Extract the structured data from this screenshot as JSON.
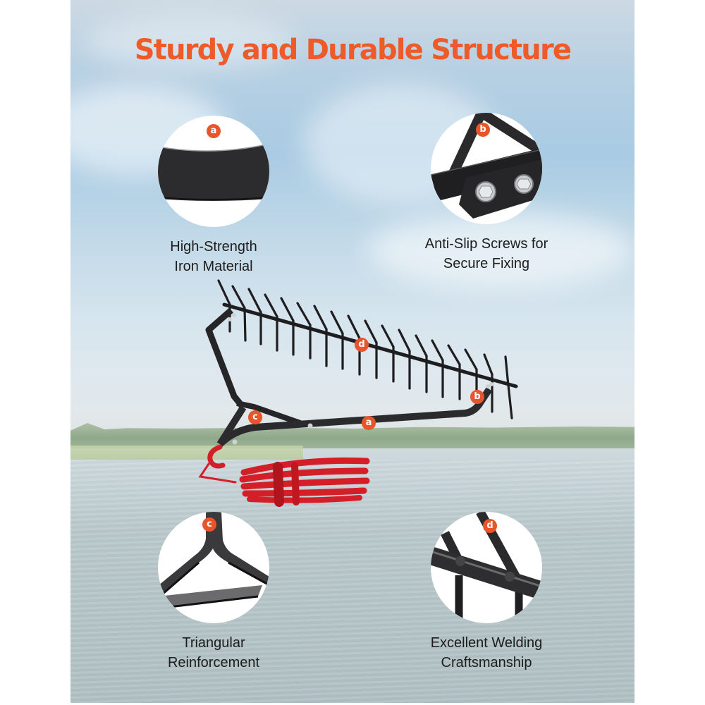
{
  "title": "Sturdy and Durable Structure",
  "colors": {
    "accent": "#ee5a2a",
    "badge": "#e9552a",
    "caption_text": "#1d1d1d",
    "metal": "#2b2b2d",
    "rope": "#d8202a"
  },
  "features": [
    {
      "badge": "a",
      "line1": "High-Strength",
      "line2": "Iron Material",
      "icon": "iron-bar-closeup-icon"
    },
    {
      "badge": "b",
      "line1": "Anti-Slip Screws for",
      "line2": "Secure Fixing",
      "icon": "screw-bracket-closeup-icon"
    },
    {
      "badge": "c",
      "line1": "Triangular",
      "line2": "Reinforcement",
      "icon": "triangle-joint-closeup-icon"
    },
    {
      "badge": "d",
      "line1": "Excellent Welding",
      "line2": "Craftsmanship",
      "icon": "weld-joint-closeup-icon"
    }
  ],
  "product": {
    "name": "lake-rake-with-rope",
    "callouts": [
      {
        "label": "a",
        "part": "frame bar"
      },
      {
        "label": "b",
        "part": "screw bracket"
      },
      {
        "label": "c",
        "part": "triangular brace"
      },
      {
        "label": "d",
        "part": "tine bar"
      }
    ]
  }
}
